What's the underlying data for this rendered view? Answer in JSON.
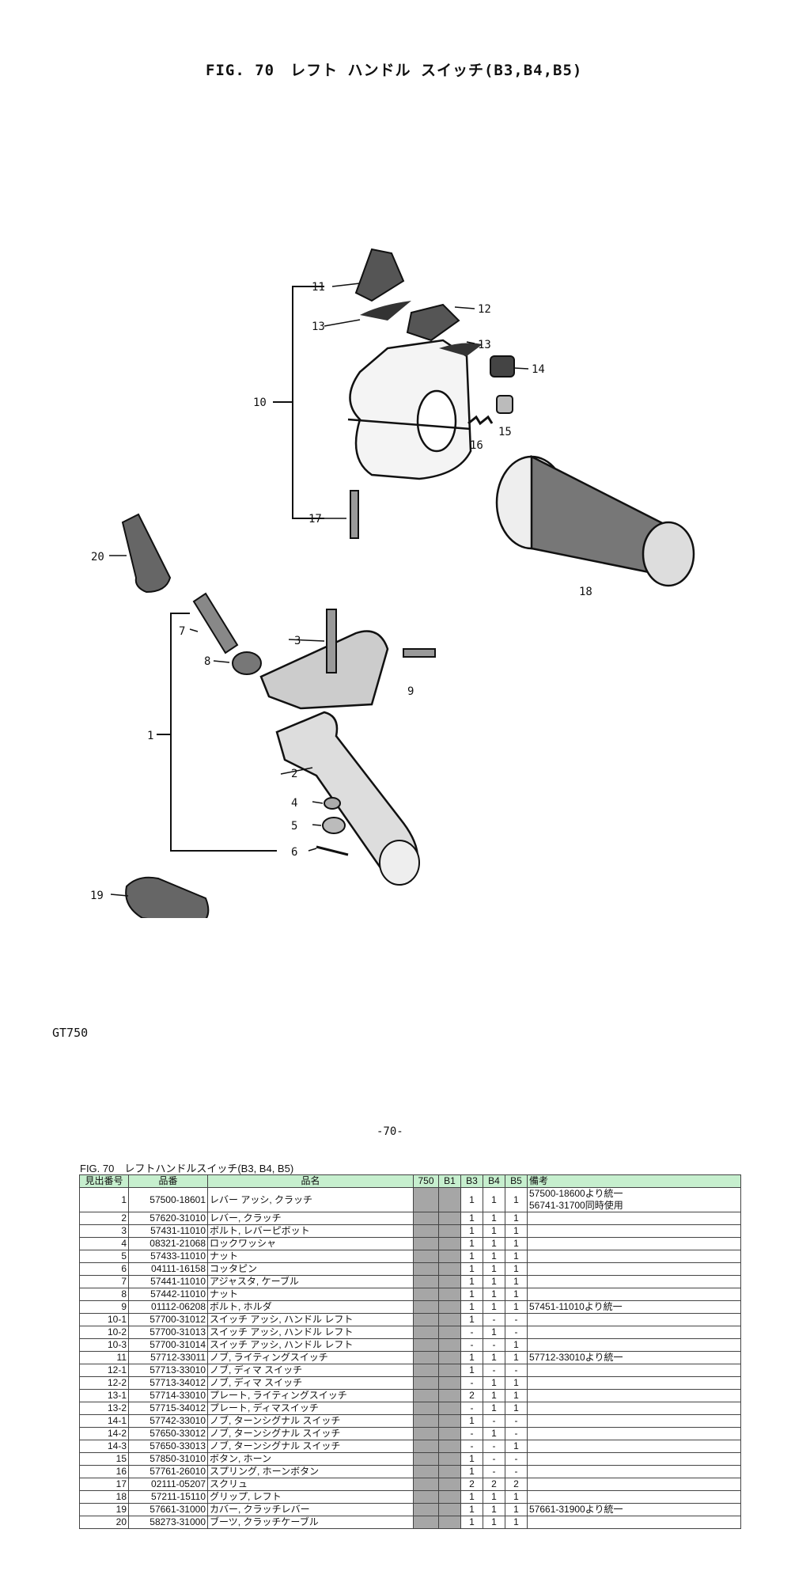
{
  "figure_title": "FIG. 70　レフト ハンドル スイッチ(B3,B4,B5)",
  "model_label": "GT750",
  "page_number": "-70-",
  "callouts": [
    "1",
    "2",
    "3",
    "4",
    "5",
    "6",
    "7",
    "8",
    "9",
    "10",
    "11",
    "12",
    "13",
    "13",
    "14",
    "15",
    "16",
    "17",
    "18",
    "19",
    "20"
  ],
  "table": {
    "caption": "FIG. 70　レフトハンドルスイッチ(B3, B4, B5)",
    "header_color": "#c6efce",
    "columns": [
      "見出番号",
      "品番",
      "品名",
      "750",
      "B1",
      "B3",
      "B4",
      "B5",
      "備考"
    ],
    "rows": [
      {
        "no": "1",
        "part": "57500-18601",
        "name": "レバー アッシ, クラッチ",
        "b3": "1",
        "b4": "1",
        "b5": "1",
        "remark": "57500-18600より統一",
        "remark2": "56741-31700同時使用"
      },
      {
        "no": "2",
        "part": "57620-31010",
        "name": "レバー, クラッチ",
        "b3": "1",
        "b4": "1",
        "b5": "1",
        "remark": ""
      },
      {
        "no": "3",
        "part": "57431-11010",
        "name": "ボルト, レバーピボット",
        "b3": "1",
        "b4": "1",
        "b5": "1",
        "remark": ""
      },
      {
        "no": "4",
        "part": "08321-21068",
        "name": "ロックワッシャ",
        "b3": "1",
        "b4": "1",
        "b5": "1",
        "remark": ""
      },
      {
        "no": "5",
        "part": "57433-11010",
        "name": "ナット",
        "b3": "1",
        "b4": "1",
        "b5": "1",
        "remark": ""
      },
      {
        "no": "6",
        "part": "04111-16158",
        "name": "コッタピン",
        "b3": "1",
        "b4": "1",
        "b5": "1",
        "remark": ""
      },
      {
        "no": "7",
        "part": "57441-11010",
        "name": "アジャスタ, ケーブル",
        "b3": "1",
        "b4": "1",
        "b5": "1",
        "remark": ""
      },
      {
        "no": "8",
        "part": "57442-11010",
        "name": "ナット",
        "b3": "1",
        "b4": "1",
        "b5": "1",
        "remark": ""
      },
      {
        "no": "9",
        "part": "01112-06208",
        "name": "ボルト, ホルダ",
        "b3": "1",
        "b4": "1",
        "b5": "1",
        "remark": "57451-11010より統一"
      },
      {
        "no": "10-1",
        "part": "57700-31012",
        "name": "スイッチ アッシ, ハンドル レフト",
        "b3": "1",
        "b4": "-",
        "b5": "-",
        "remark": ""
      },
      {
        "no": "10-2",
        "part": "57700-31013",
        "name": "スイッチ アッシ, ハンドル レフト",
        "b3": "-",
        "b4": "1",
        "b5": "-",
        "remark": ""
      },
      {
        "no": "10-3",
        "part": "57700-31014",
        "name": "スイッチ アッシ, ハンドル レフト",
        "b3": "-",
        "b4": "-",
        "b5": "1",
        "remark": ""
      },
      {
        "no": "11",
        "part": "57712-33011",
        "name": "ノブ, ライティングスイッチ",
        "b3": "1",
        "b4": "1",
        "b5": "1",
        "remark": "57712-33010より統一"
      },
      {
        "no": "12-1",
        "part": "57713-33010",
        "name": "ノブ, ディマ スイッチ",
        "b3": "1",
        "b4": "-",
        "b5": "-",
        "remark": ""
      },
      {
        "no": "12-2",
        "part": "57713-34012",
        "name": "ノブ, ディマ スイッチ",
        "b3": "-",
        "b4": "1",
        "b5": "1",
        "remark": ""
      },
      {
        "no": "13-1",
        "part": "57714-33010",
        "name": "プレート, ライティングスイッチ",
        "b3": "2",
        "b4": "1",
        "b5": "1",
        "remark": ""
      },
      {
        "no": "13-2",
        "part": "57715-34012",
        "name": "プレート, ディマスイッチ",
        "b3": "-",
        "b4": "1",
        "b5": "1",
        "remark": ""
      },
      {
        "no": "14-1",
        "part": "57742-33010",
        "name": "ノブ, ターンシグナル スイッチ",
        "b3": "1",
        "b4": "-",
        "b5": "-",
        "remark": ""
      },
      {
        "no": "14-2",
        "part": "57650-33012",
        "name": "ノブ, ターンシグナル スイッチ",
        "b3": "-",
        "b4": "1",
        "b5": "-",
        "remark": ""
      },
      {
        "no": "14-3",
        "part": "57650-33013",
        "name": "ノブ, ターンシグナル スイッチ",
        "b3": "-",
        "b4": "-",
        "b5": "1",
        "remark": ""
      },
      {
        "no": "15",
        "part": "57850-31010",
        "name": "ボタン, ホーン",
        "b3": "1",
        "b4": "-",
        "b5": "-",
        "remark": ""
      },
      {
        "no": "16",
        "part": "57761-26010",
        "name": "スプリング, ホーンボタン",
        "b3": "1",
        "b4": "-",
        "b5": "-",
        "remark": ""
      },
      {
        "no": "17",
        "part": "02111-05207",
        "name": "スクリュ",
        "b3": "2",
        "b4": "2",
        "b5": "2",
        "remark": ""
      },
      {
        "no": "18",
        "part": "57211-15110",
        "name": "グリップ, レフト",
        "b3": "1",
        "b4": "1",
        "b5": "1",
        "remark": ""
      },
      {
        "no": "19",
        "part": "57661-31000",
        "name": "カバー, クラッチレバー",
        "b3": "1",
        "b4": "1",
        "b5": "1",
        "remark": "57661-31900より統一"
      },
      {
        "no": "20",
        "part": "58273-31000",
        "name": "ブーツ, クラッチケーブル",
        "b3": "1",
        "b4": "1",
        "b5": "1",
        "remark": ""
      }
    ]
  }
}
